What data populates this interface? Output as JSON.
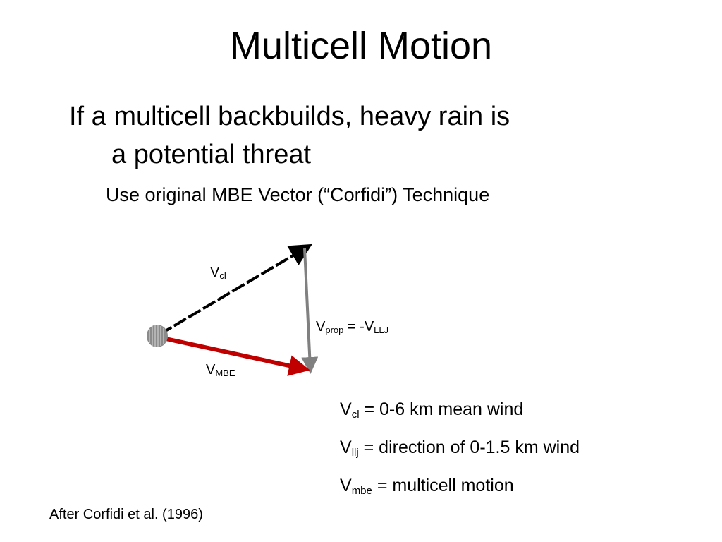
{
  "title": "Multicell Motion",
  "bullet": {
    "line1": "If a multicell backbuilds, heavy rain is",
    "line2": "a potential threat"
  },
  "subline": "Use original MBE Vector (“Corfidi”)  Technique",
  "diagram": {
    "vcl": {
      "main": "V",
      "sub": "cl"
    },
    "vprop": {
      "main1": "V",
      "sub1": "prop",
      "mid": " = -V",
      "sub2": "LLJ"
    },
    "vmbe": {
      "main": "V",
      "sub": "MBE"
    },
    "colors": {
      "vcl": "#000000",
      "vprop": "#808080",
      "vmbe": "#c00000",
      "origin": "#8a8a8a"
    }
  },
  "definitions": [
    {
      "main": "V",
      "sub": "cl",
      "text": " = 0-6 km mean wind"
    },
    {
      "main": "V",
      "sub": "llj",
      "text": " = direction of 0-1.5 km wind"
    },
    {
      "main": "V",
      "sub": "mbe",
      "text": " = multicell motion"
    }
  ],
  "source": "After Corfidi et al. (1996)"
}
